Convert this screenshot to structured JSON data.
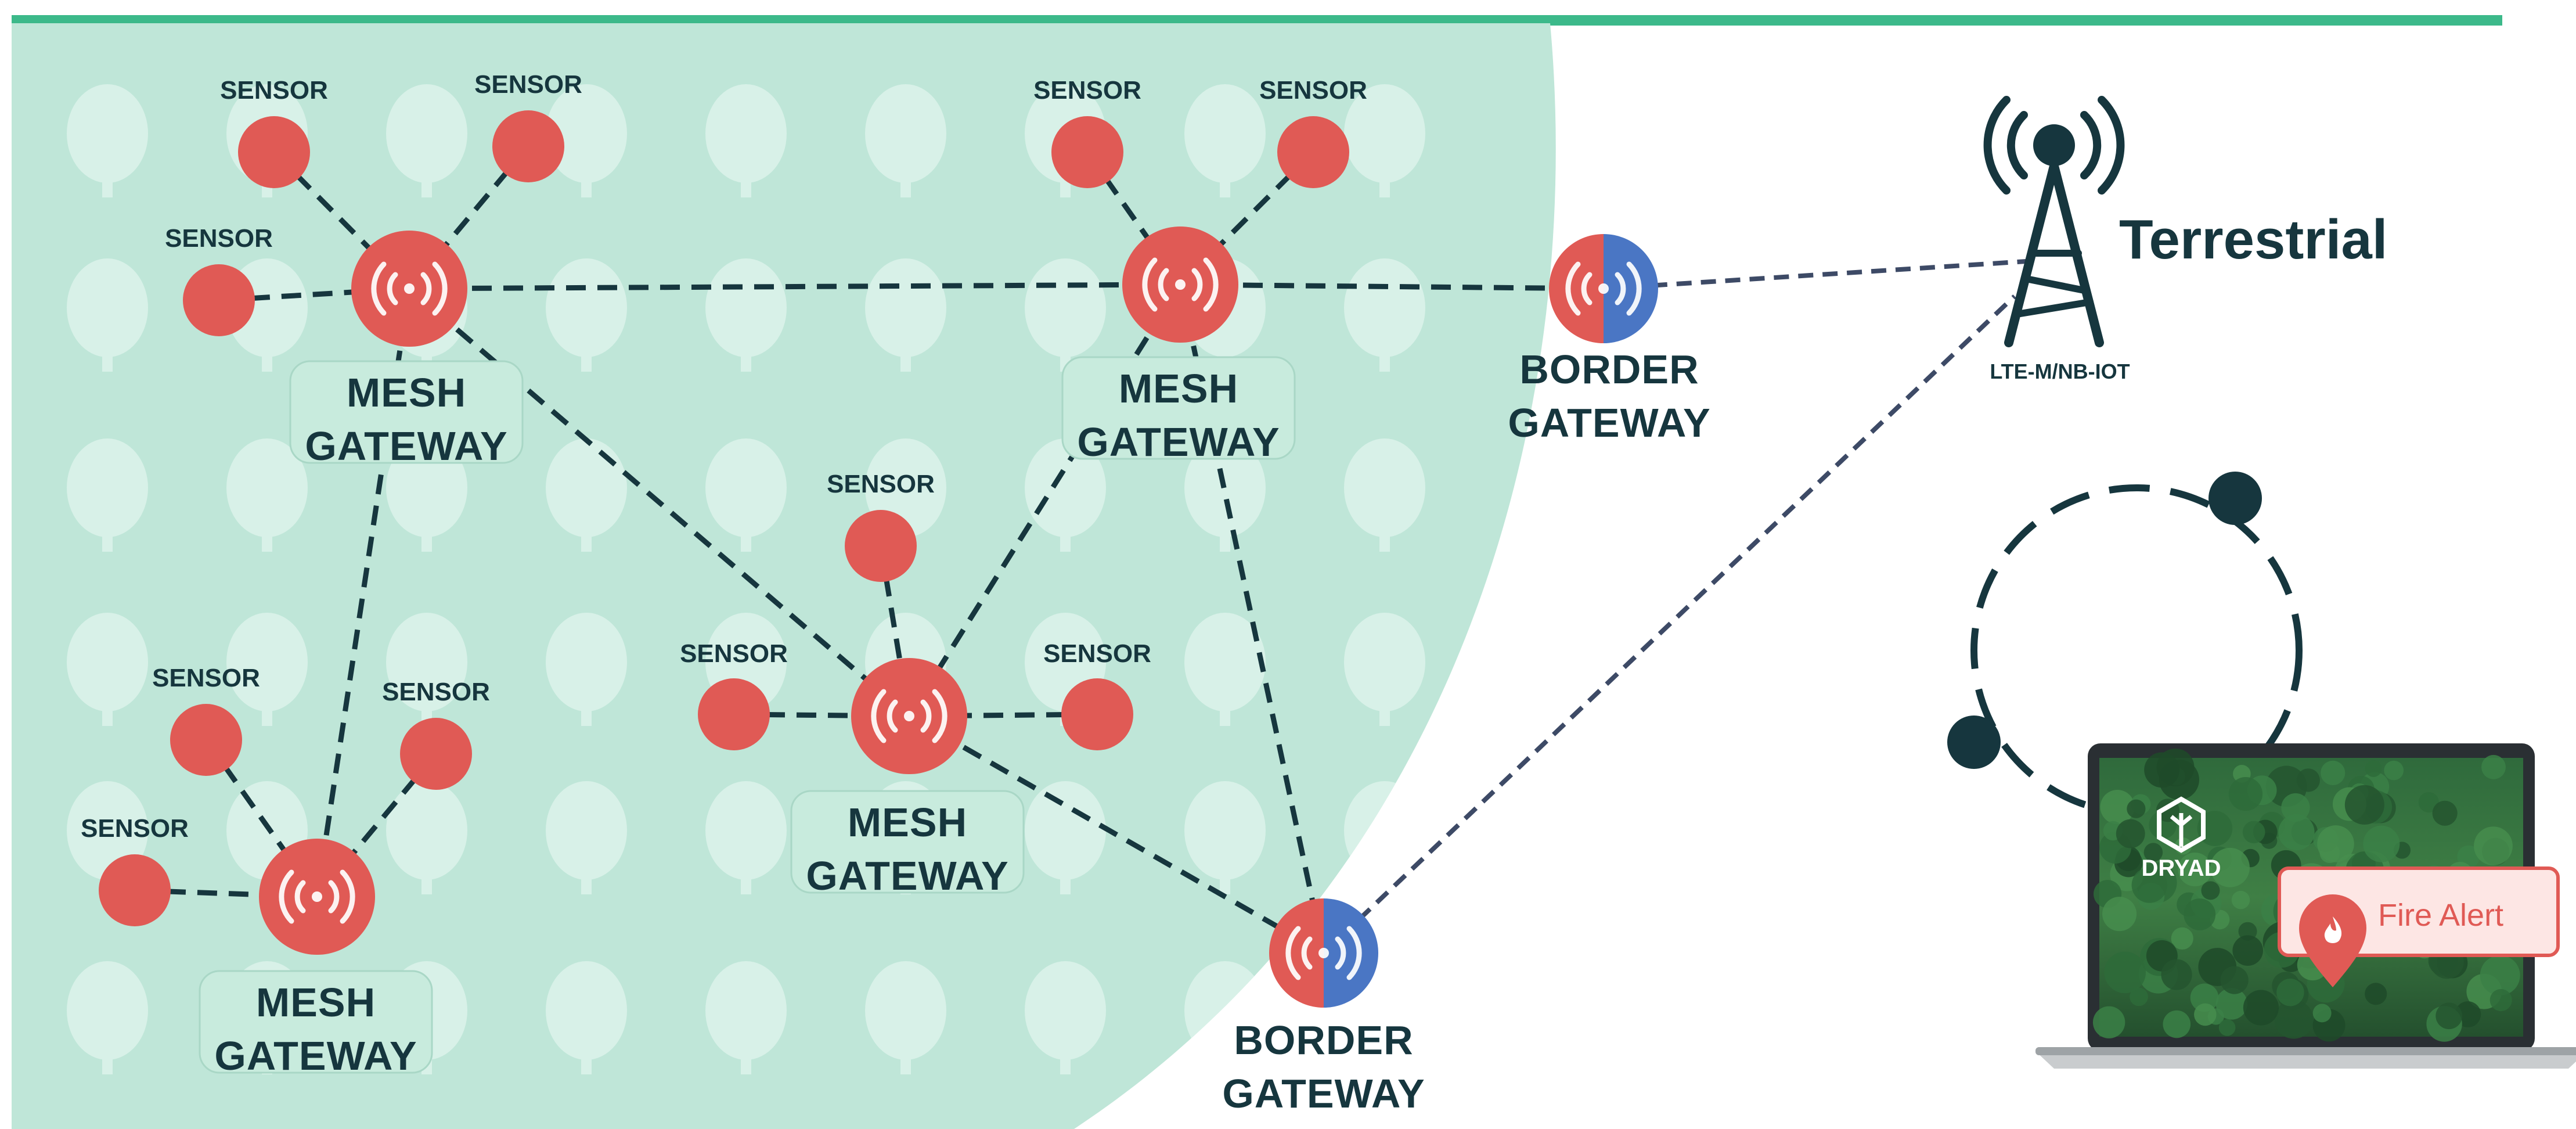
{
  "diagram": {
    "sensor_label": "SENSOR",
    "mesh_gateway_label": [
      "MESH",
      "GATEWAY"
    ],
    "border_gateway_label": [
      "BORDER",
      "GATEWAY"
    ],
    "terrestrial_label": "Terrestrial",
    "network_label": "LTE-M/NB-IOT",
    "brand_label": "DRYAD",
    "alert_label": "Fire Alert"
  },
  "colors": {
    "forest": "#bfe6d8",
    "tree": "#d8f1e8",
    "top_bar": "#3cb98a",
    "sensor": "#e05a55",
    "border_blue": "#4a76c4",
    "ink": "#16363e"
  }
}
